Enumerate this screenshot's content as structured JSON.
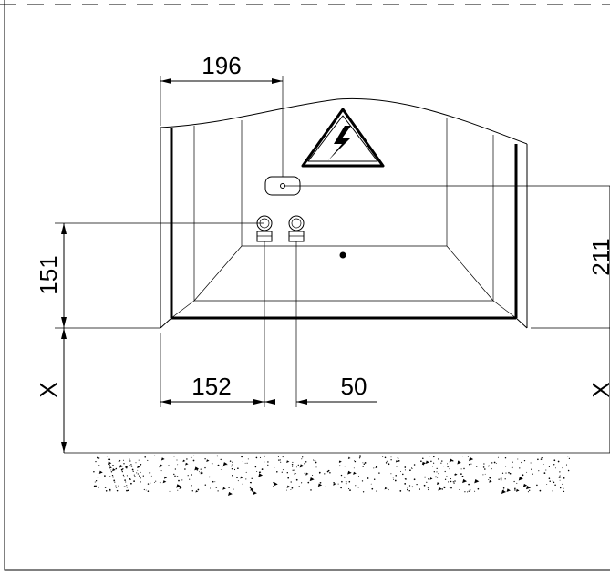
{
  "drawing": {
    "dimensions": {
      "top_width": "196",
      "connection_height": "151",
      "box_height": "211",
      "floor_clearance_left": "X",
      "floor_clearance_right": "X",
      "left_offset": "152",
      "spacing": "50"
    },
    "symbols": {
      "warning_icon": "high-voltage-warning-icon"
    },
    "colors": {
      "line": "#000000",
      "background": "#ffffff"
    }
  }
}
